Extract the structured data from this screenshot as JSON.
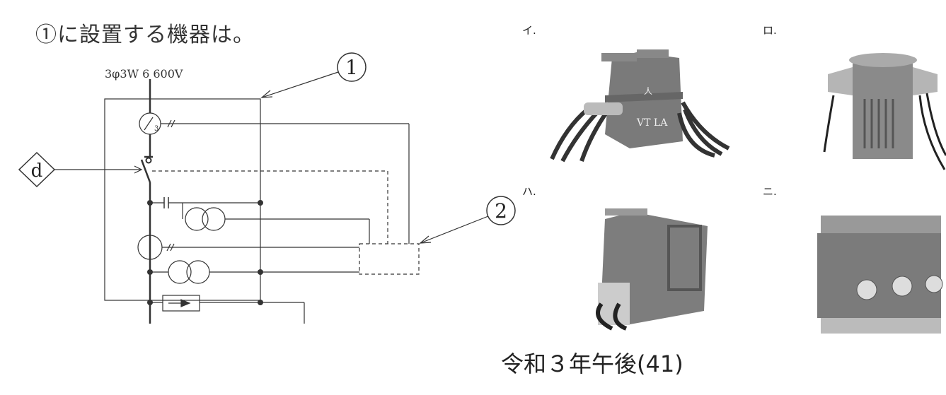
{
  "question": "①に設置する機器は。",
  "diagram": {
    "supply_label": "3φ3W  6 600V",
    "marker_1": "1",
    "marker_2": "2",
    "ct_label": "3",
    "input_marker": "d"
  },
  "options": [
    {
      "label": "イ.",
      "photo_text": "VT LA",
      "photo_mark": "人"
    },
    {
      "label": "ロ."
    },
    {
      "label": "ハ."
    },
    {
      "label": "ニ."
    }
  ],
  "footer": "令和３年午後(41)"
}
